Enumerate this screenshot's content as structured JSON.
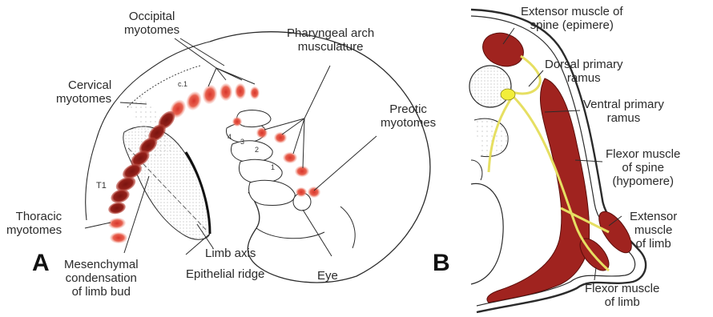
{
  "panel_a": {
    "letter": "A",
    "labels": {
      "occipital": "Occipital\nmyotomes",
      "pharyngeal": "Pharyngeal arch\nmusculature",
      "cervical": "Cervical\nmyotomes",
      "preotic": "Preotic\nmyotomes",
      "thoracic": "Thoracic\nmyotomes",
      "mesenchymal": "Mesenchymal\ncondensation\nof limb bud",
      "limb_axis": "Limb axis",
      "epithelial": "Epithelial ridge",
      "eye": "Eye"
    },
    "small_marks": {
      "c1": "c.1",
      "t1": "T1",
      "arch_1": "1",
      "arch_2": "2",
      "arch_3": "3",
      "arch_4": "4"
    }
  },
  "panel_b": {
    "letter": "B",
    "labels": {
      "extensor_spine": "Extensor muscle of\nspine (epimere)",
      "dorsal_ramus": "Dorsal primary\nramus",
      "ventral_ramus": "Ventral primary\nramus",
      "flexor_spine": "Flexor muscle\nof spine\n(hypomere)",
      "extensor_limb": "Extensor\nmuscle\nof limb",
      "flexor_limb": "Flexor muscle\nof limb"
    }
  },
  "colors": {
    "muscle": "#a0231f",
    "muscle_pale": "#e36a5d",
    "nerve": "#e6df62",
    "nerve_bright": "#f2ee3a",
    "line": "#2b2b2b"
  }
}
